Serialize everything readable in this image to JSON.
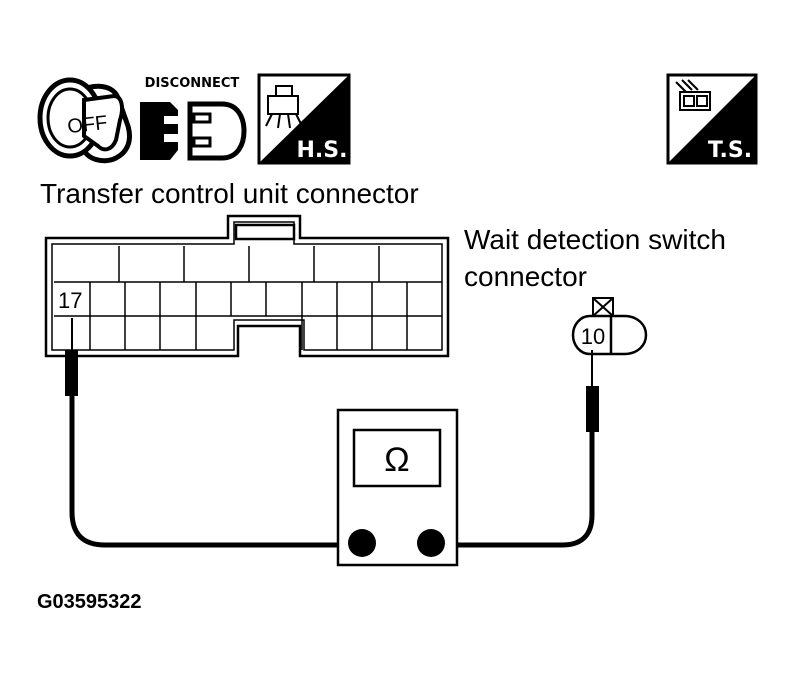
{
  "icons": {
    "ignition": {
      "label": "OFF",
      "icon": "ignition-key-off-icon"
    },
    "disconnect": {
      "label": "DISCONNECT",
      "icon": "connector-disconnect-icon"
    },
    "harness_side": {
      "label": "H.S.",
      "icon": "harness-side-icon"
    },
    "terminal_side": {
      "label": "T.S.",
      "icon": "terminal-side-icon"
    }
  },
  "labels": {
    "tcu_connector": "Transfer control unit connector",
    "wait_switch_line1": "Wait detection switch",
    "wait_switch_line2": "connector"
  },
  "terminals": {
    "tcu_pin": "17",
    "switch_pin": "10"
  },
  "meter": {
    "symbol": "Ω",
    "icon": "ohmmeter-icon"
  },
  "figure_code": "G03595322",
  "colors": {
    "ink": "#000000",
    "paper": "#ffffff"
  }
}
